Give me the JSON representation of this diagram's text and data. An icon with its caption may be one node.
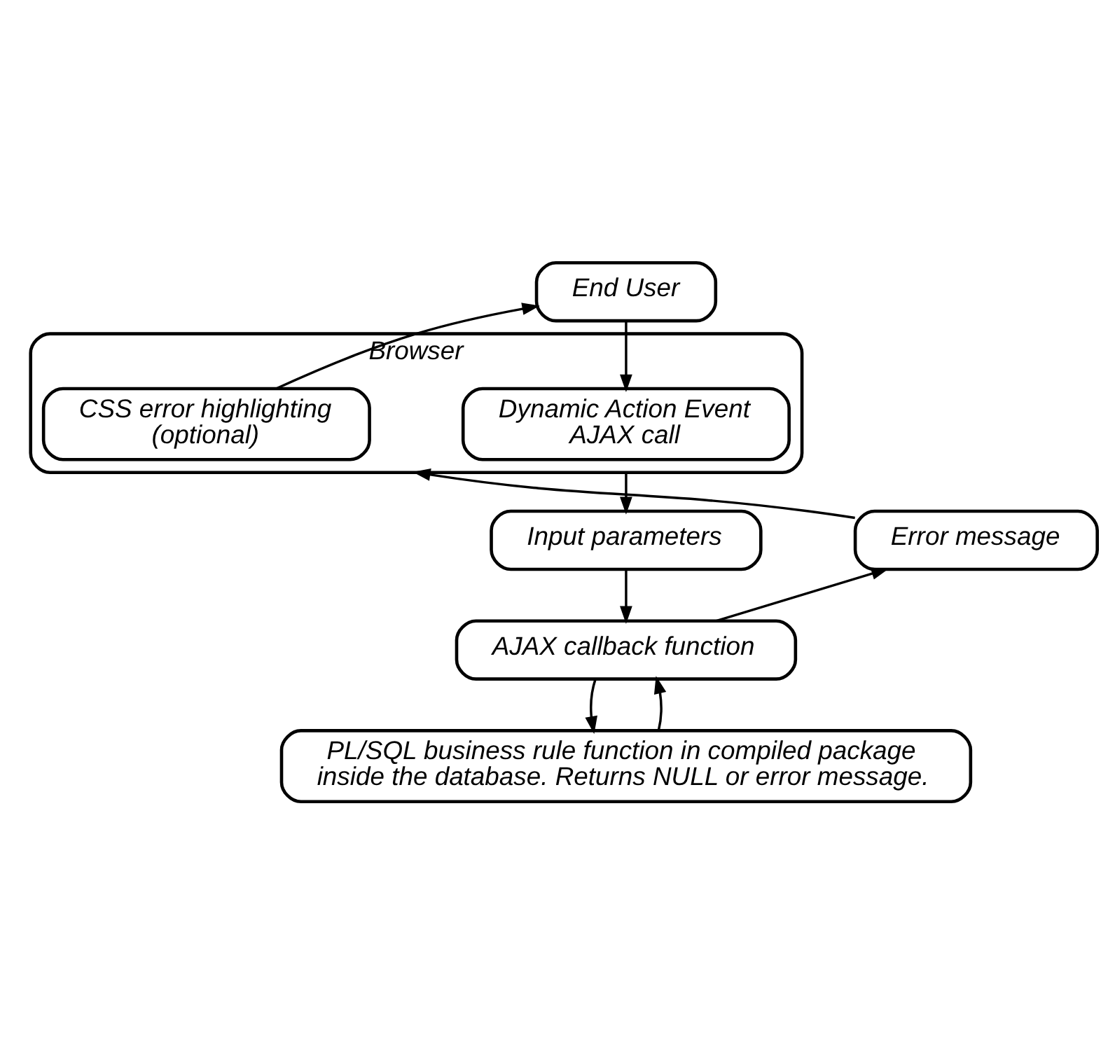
{
  "diagram": {
    "nodes": [
      {
        "text": [
          "End User"
        ]
      },
      {
        "text": [
          "Browser"
        ]
      },
      {
        "text": [
          "Dynamic Action Event AJAX call"
        ],
        "in": 1
      },
      {
        "text": [
          "CSS error highlighting (optional)"
        ],
        "in": 1
      },
      {
        "text": [
          "Input parameters"
        ]
      },
      {
        "text": [
          "Error message"
        ]
      },
      {
        "text": [
          "AJAX callback function"
        ]
      },
      {
        "text": [
          "PL/SQL business rule function in compiled package inside the database. Returns NULL or error message."
        ]
      }
    ],
    "edges": [
      {
        "from": 0,
        "to": 2,
        "arrow": "to"
      },
      {
        "from": 3,
        "to": 0,
        "arrow": "to"
      },
      {
        "from": 1,
        "to": 4,
        "arrow": "to"
      },
      {
        "from": 5,
        "to": 1,
        "arrow": "to"
      },
      {
        "from": 4,
        "to": 6,
        "arrow": "to"
      },
      {
        "from": 6,
        "to": 5,
        "arrow": "to"
      },
      {
        "from": 6,
        "to": 7,
        "arrow": "to"
      },
      {
        "from": 7,
        "to": 6,
        "arrow": "to"
      }
    ]
  }
}
